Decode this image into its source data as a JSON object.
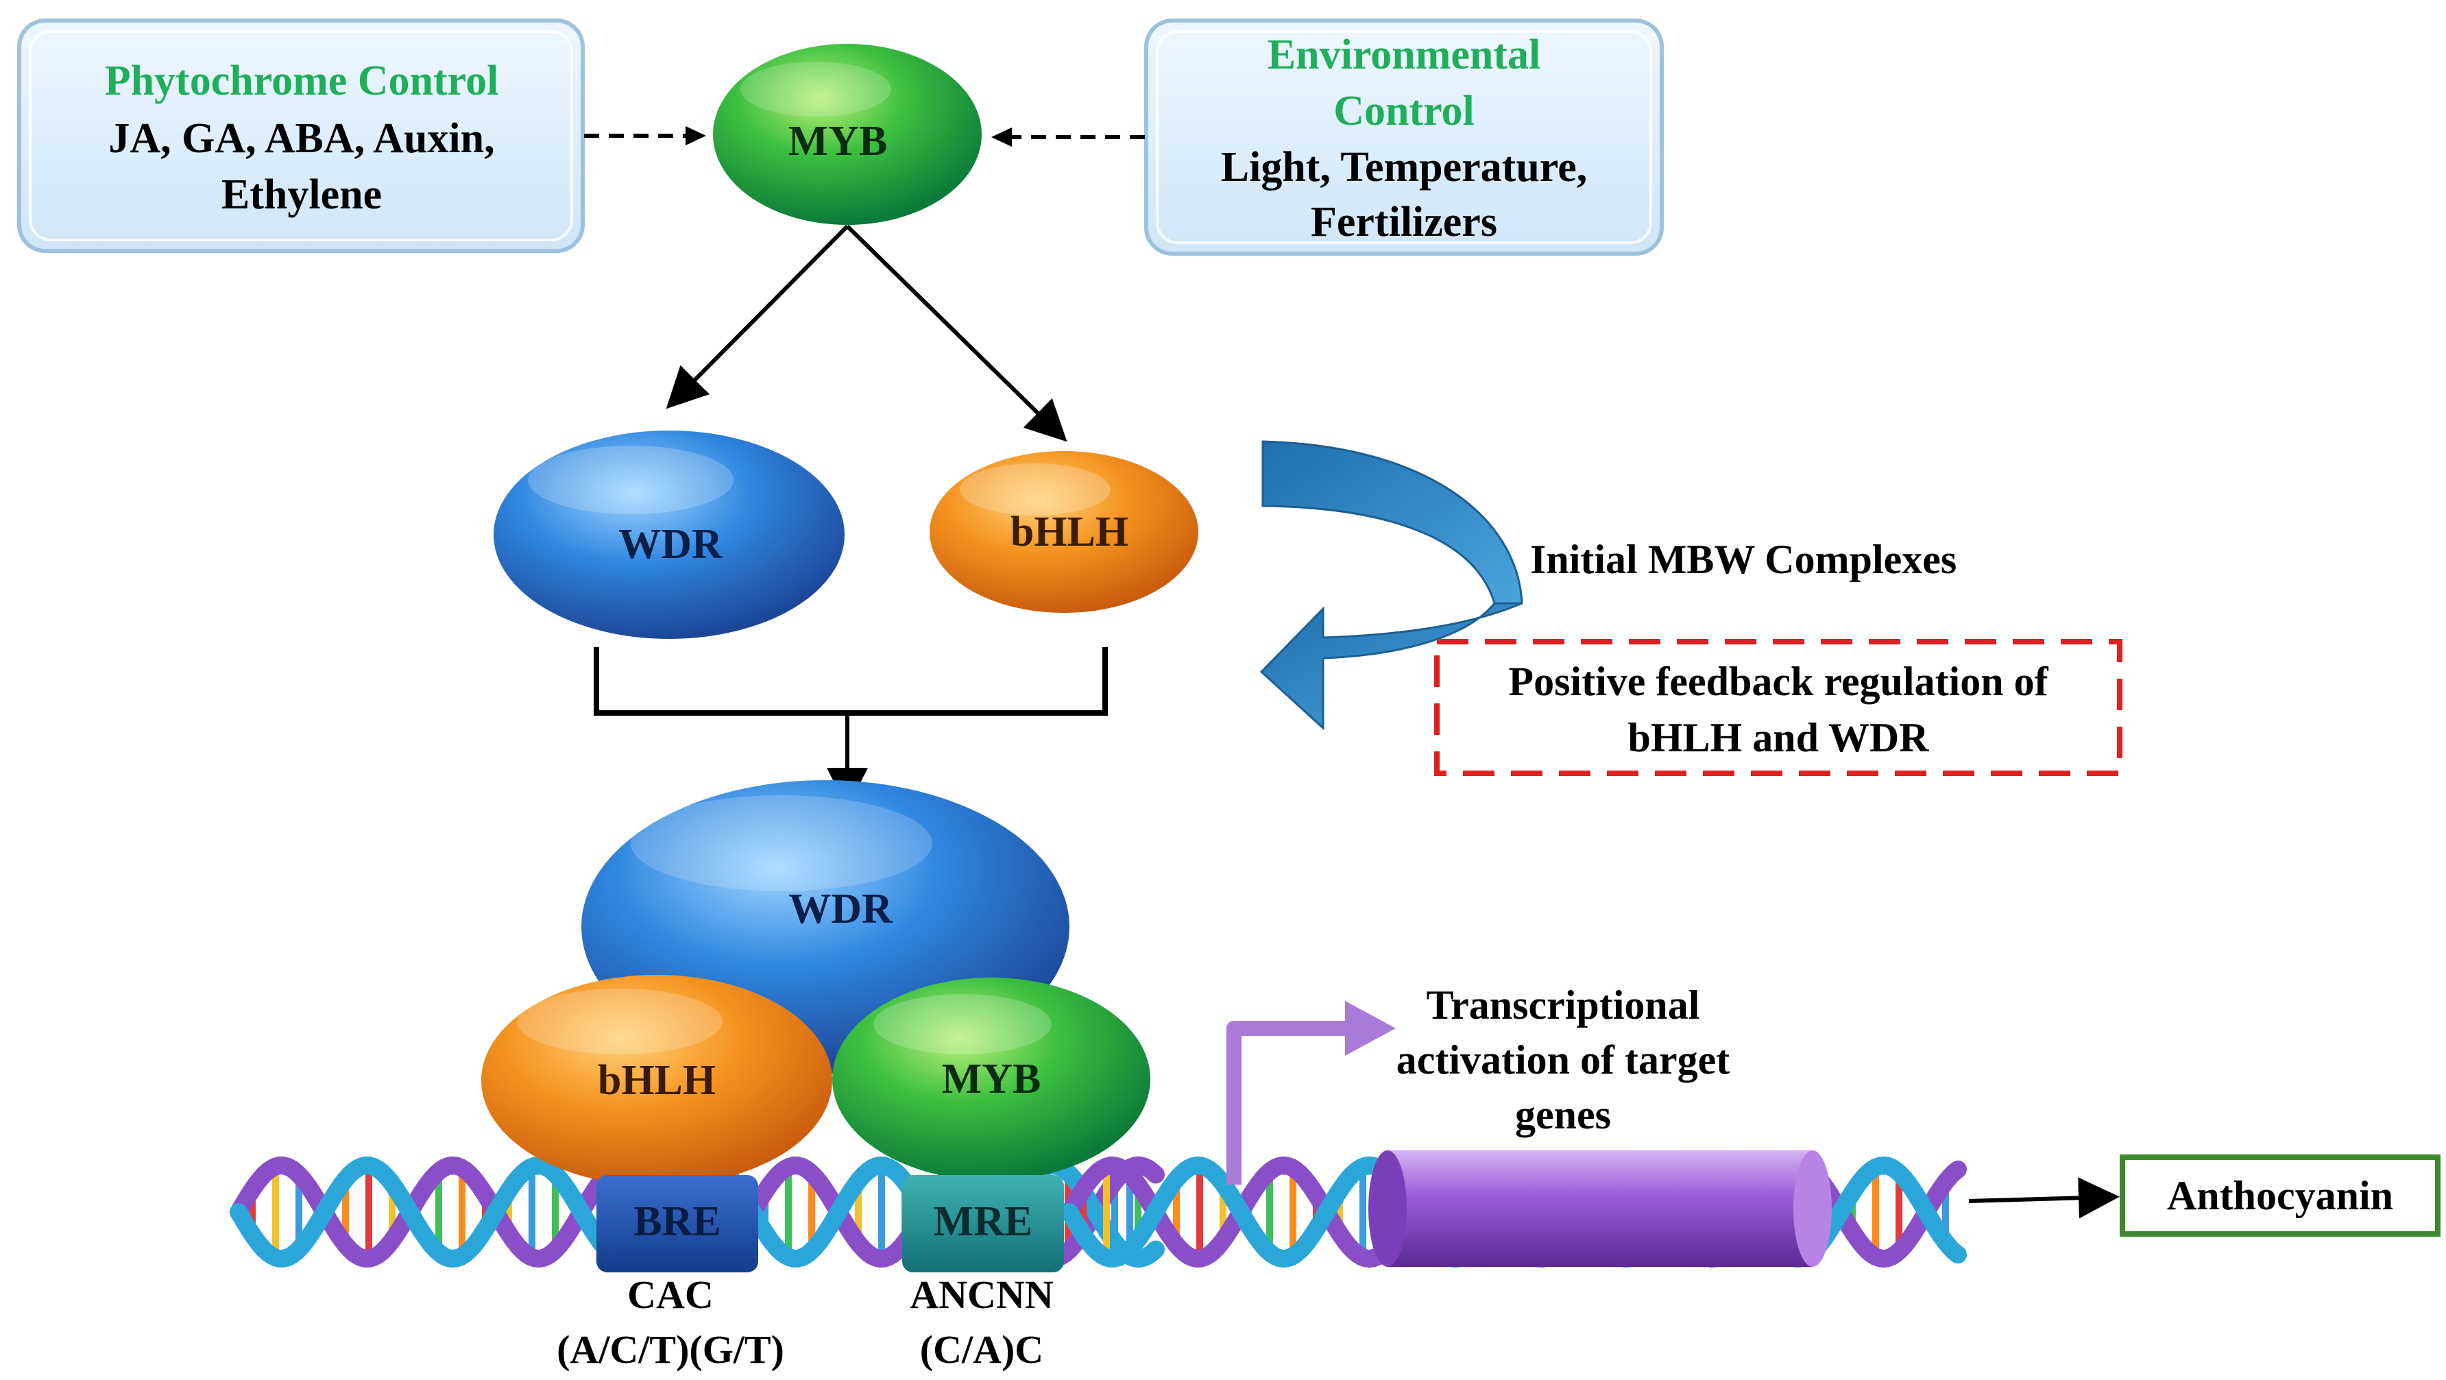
{
  "boxes": {
    "phytochrome": {
      "title": "Phytochrome Control",
      "lines": [
        "JA, GA, ABA,  Auxin,",
        "Ethylene"
      ]
    },
    "environmental": {
      "title_lines": [
        "Environmental",
        "Control"
      ],
      "lines": [
        "Light, Temperature,",
        "Fertilizers"
      ]
    }
  },
  "proteins": {
    "myb_top": "MYB",
    "wdr_mid": "WDR",
    "bhlh_mid": "bHLH",
    "wdr_complex": "WDR",
    "bhlh_complex": "bHLH",
    "myb_complex": "MYB"
  },
  "feedback": {
    "initial_label": "Initial MBW Complexes",
    "positive_lines": [
      "Positive feedback regulation of",
      "bHLH and WDR"
    ]
  },
  "dna": {
    "bre_label": "BRE",
    "mre_label": "MRE",
    "bre_motif": [
      "CAC",
      "(A/C/T)(G/T)"
    ],
    "mre_motif": [
      "ANCNN",
      "(C/A)C"
    ]
  },
  "transcription_lines": [
    "Transcriptional",
    "activation of target",
    "genes"
  ],
  "output_label": "Anthocyanin",
  "colors": {
    "title_green": "#1fae5a",
    "box_fill": "#d8ecfa",
    "box_stroke": "#8fb6d6",
    "myb_green": "#34b84a",
    "wdr_blue": "#2a78d6",
    "bhlh_orange": "#f08a1c",
    "feedback_arrow": "#2f86c4",
    "dashed_red": "#e02020",
    "anthocyanin_border": "#3d8a2e",
    "dna_blue": "#2aa7d8",
    "dna_purple": "#8a4fc8",
    "gene_purple": "#9d5fd6"
  }
}
